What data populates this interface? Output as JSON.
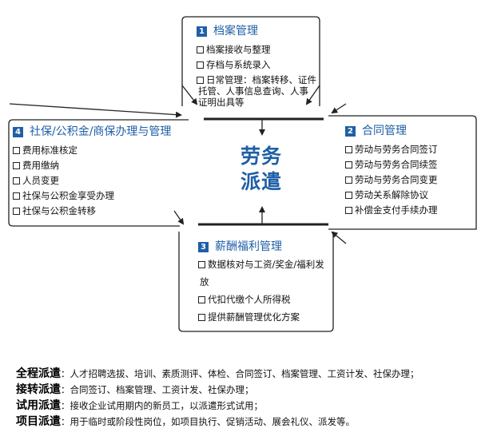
{
  "center": {
    "line1": "劳务",
    "line2": "派遣"
  },
  "panels": {
    "p1": {
      "num": "1",
      "title": "档案管理",
      "items": [
        "档案接收与整理",
        "存档与系统录入",
        "日常管理：档案转移、证件托管、人事信息查询、人事证明出具等"
      ]
    },
    "p2": {
      "num": "2",
      "title": "合同管理",
      "items": [
        "劳动与劳务合同签订",
        "劳动与劳务合同续签",
        "劳动与劳务合同变更",
        "劳动关系解除协议",
        "补偿金支付手续办理"
      ]
    },
    "p3": {
      "num": "3",
      "title": "薪酬福利管理",
      "items": [
        "数据核对与工资/奖金/福利发放",
        "代扣代缴个人所得税",
        "提供薪酬管理优化方案"
      ]
    },
    "p4": {
      "num": "4",
      "title": "社保/公积金/商保办理与管理",
      "items": [
        "费用标准核定",
        "费用缴纳",
        "人员变更",
        "社保与公积金享受办理",
        "社保与公积金转移"
      ]
    }
  },
  "bottom": [
    {
      "term": "全程派遣",
      "desc": "：人才招聘选拔、培训、素质测评、体检、合同签订、档案管理、工资计发、社保办理；"
    },
    {
      "term": "接转派遣",
      "desc": "：合同签订、档案管理、工资计发、社保办理；"
    },
    {
      "term": "试用派遣",
      "desc": "：接收企业试用期内的新员工，以派遣形式试用；"
    },
    {
      "term": "项目派遣",
      "desc": "：用于临时或阶段性岗位，如项目执行、促销活动、展会礼仪、派发等。"
    }
  ]
}
